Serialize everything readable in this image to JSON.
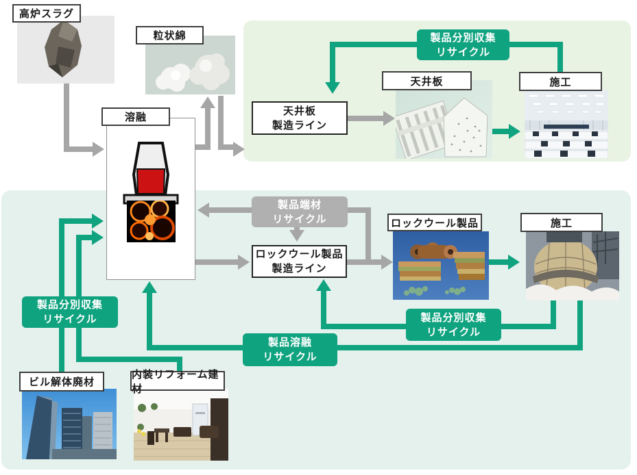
{
  "diagram": {
    "colors": {
      "accent_teal": "#10a37f",
      "flow_gray": "#a6a6a6",
      "badge_gray": "#b0b0b0",
      "region_green_bg": "#e9f3e3",
      "region_teal_bg": "#e4f1ed",
      "furnace_red": "#cc1212"
    },
    "nodes": {
      "blast_furnace_slag": {
        "label": "高炉スラグ"
      },
      "granular_wool": {
        "label": "粒状綿"
      },
      "melting": {
        "label": "溶融"
      },
      "ceiling_board_line": {
        "line1": "天井板",
        "line2": "製造ライン"
      },
      "ceiling_board": {
        "label": "天井板"
      },
      "construction_ceiling": {
        "label": "施工"
      },
      "rockwool_product_line": {
        "line1": "ロックウール製品",
        "line2": "製造ライン"
      },
      "rockwool_products": {
        "label": "ロックウール製品"
      },
      "construction_rockwool": {
        "label": "施工"
      },
      "building_demolition_waste": {
        "label": "ビル解体廃材"
      },
      "interior_reform_materials": {
        "label": "内装リフォーム建材"
      }
    },
    "badges": {
      "recycle_collection_top": {
        "line1": "製品分別収集",
        "line2": "リサイクル"
      },
      "scrap_recycle": {
        "line1": "製品端材",
        "line2": "リサイクル"
      },
      "recycle_collection_left": {
        "line1": "製品分別収集",
        "line2": "リサイクル"
      },
      "recycle_collection_mid": {
        "line1": "製品分別収集",
        "line2": "リサイクル"
      },
      "melt_recycle": {
        "line1": "製品溶融",
        "line2": "リサイクル"
      }
    }
  }
}
